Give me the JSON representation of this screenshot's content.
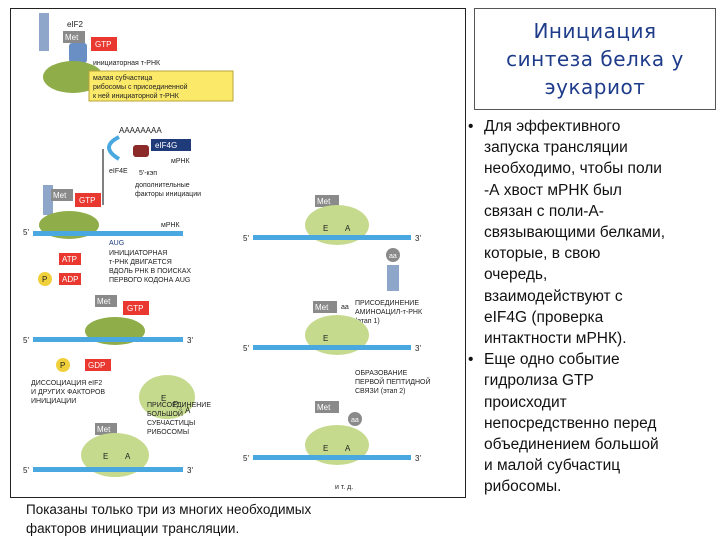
{
  "title": {
    "line1": "Инициация",
    "line2": "синтеза белка у",
    "line3": "эукариот"
  },
  "caption": {
    "line1": "Показаны только три из многих необходимых",
    "line2": "факторов инициации трансляции."
  },
  "bullets": [
    [
      "Для эффективного",
      "запуска трансляции",
      "необходимо, чтобы поли",
      "-А хвост мРНК был",
      "связан с поли-А-",
      "связывающими белками,",
      "которые, в свою",
      "очередь,",
      "взаимодействуют с",
      "eIF4G (проверка",
      "интактности мРНК)."
    ],
    [
      "Еще одно событие",
      "гидролиза GTP",
      "происходит",
      "непосредственно перед",
      "объединением большой",
      "и малой субчастиц",
      "рибосомы."
    ]
  ],
  "figure": {
    "eif2": "eIF2",
    "met": "Met",
    "gtp": "GTP",
    "initiator_trna": "инициаторная т-РНК",
    "small_subunit_note": [
      "малая субчастица",
      "рибосомы с присоединенной",
      "к ней инициаторной т-РНК"
    ],
    "polya": "AAAAAAAA",
    "eif4g": "eIF4G",
    "mrna": "мРНК",
    "eif4e": "eIF4E",
    "cap": "5'-кэп",
    "additional_factors": [
      "дополнительные",
      "факторы инициации"
    ],
    "aug": "AUG",
    "five_prime": "5'",
    "three_prime": "3'",
    "atp": "ATP",
    "adp": "ADP",
    "phosphate": "P",
    "gdp": "GDP",
    "scanning_note": [
      "ИНИЦИАТОРНАЯ",
      "т-РНК ДВИГАЕТСЯ",
      "ВДОЛЬ РНК В ПОИСКАХ",
      "ПЕРВОГО КОДОНА AUG"
    ],
    "dissociation_note": [
      "ДИССОЦИАЦИЯ eIF2",
      "И ДРУГИХ ФАКТОРОВ",
      "ИНИЦИАЦИИ"
    ],
    "large_subunit_note": [
      "ПРИСОЕДИНЕНИЕ",
      "БОЛЬШОЙ",
      "СУБЧАСТИЦЫ",
      "РИБОСОМЫ"
    ],
    "aa_binding_note": [
      "ПРИСОЕДИНЕНИЕ",
      "АМИНОАЦИЛ-т-РНК",
      "(этап 1)"
    ],
    "peptide_note": [
      "ОБРАЗОВАНИЕ",
      "ПЕРВОЙ ПЕПТИДНОЙ",
      "СВЯЗИ (этап 2)"
    ],
    "aa": "aa",
    "site_e": "E",
    "site_a": "A",
    "site_p": "P",
    "etc": "и т. д."
  }
}
